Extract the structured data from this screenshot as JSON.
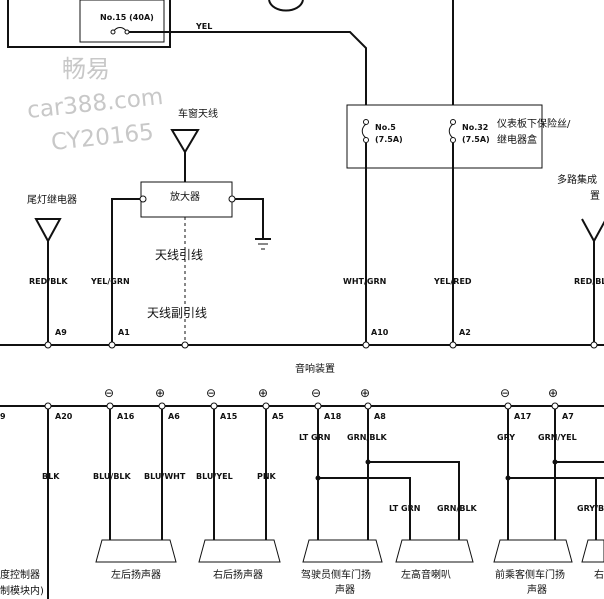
{
  "watermark": {
    "line1": "畅易",
    "line2": "car388.com",
    "line3": "CY20165"
  },
  "fuses": {
    "no15": "No.15 (40A)",
    "no5": "No.5",
    "no5_rating": "(7.5A)",
    "no32": "No.32",
    "no32_rating": "(7.5A)"
  },
  "top_wire": "YEL",
  "fuse_box_label": [
    "仪表板下保险丝/",
    "继电器盒"
  ],
  "antenna": {
    "label": "车窗天线",
    "amplifier": "放大器",
    "lead": "天线引线",
    "sub_lead": "天线副引线"
  },
  "relay_left": "尾灯继电器",
  "relay_right": [
    "多路集成",
    "置"
  ],
  "upper_wires": [
    "RED/BLK",
    "YEL/GRN",
    "WHT/GRN",
    "YEL/RED",
    "RED/BLK"
  ],
  "upper_pins": [
    "A9",
    "A1",
    "A10",
    "A2"
  ],
  "audio_unit": "音响装置",
  "lower_pins": [
    "9",
    "A20",
    "A16",
    "A6",
    "A15",
    "A5",
    "A18",
    "A8",
    "A17",
    "A7"
  ],
  "polarity": {
    "neg": "⊖",
    "pos": "⊕"
  },
  "lower_wires": [
    "BLK",
    "BLU/BLK",
    "BLU/WHT",
    "BLU/YEL",
    "PNK",
    "LT GRN",
    "GRN/BLK",
    "LT GRN",
    "GRN/BLK",
    "GRY",
    "GRN/YEL",
    "GRY/B"
  ],
  "speakers": {
    "left_rear": "左后扬声器",
    "right_rear": "右后扬声器",
    "driver_door": [
      "驾驶员侧车门扬",
      "声器"
    ],
    "left_tweeter": "左高音喇叭",
    "passenger_door": [
      "前乘客侧车门扬",
      "声器"
    ],
    "edge": "右"
  },
  "bottom_left": [
    "度控制器",
    "制模块内)"
  ]
}
